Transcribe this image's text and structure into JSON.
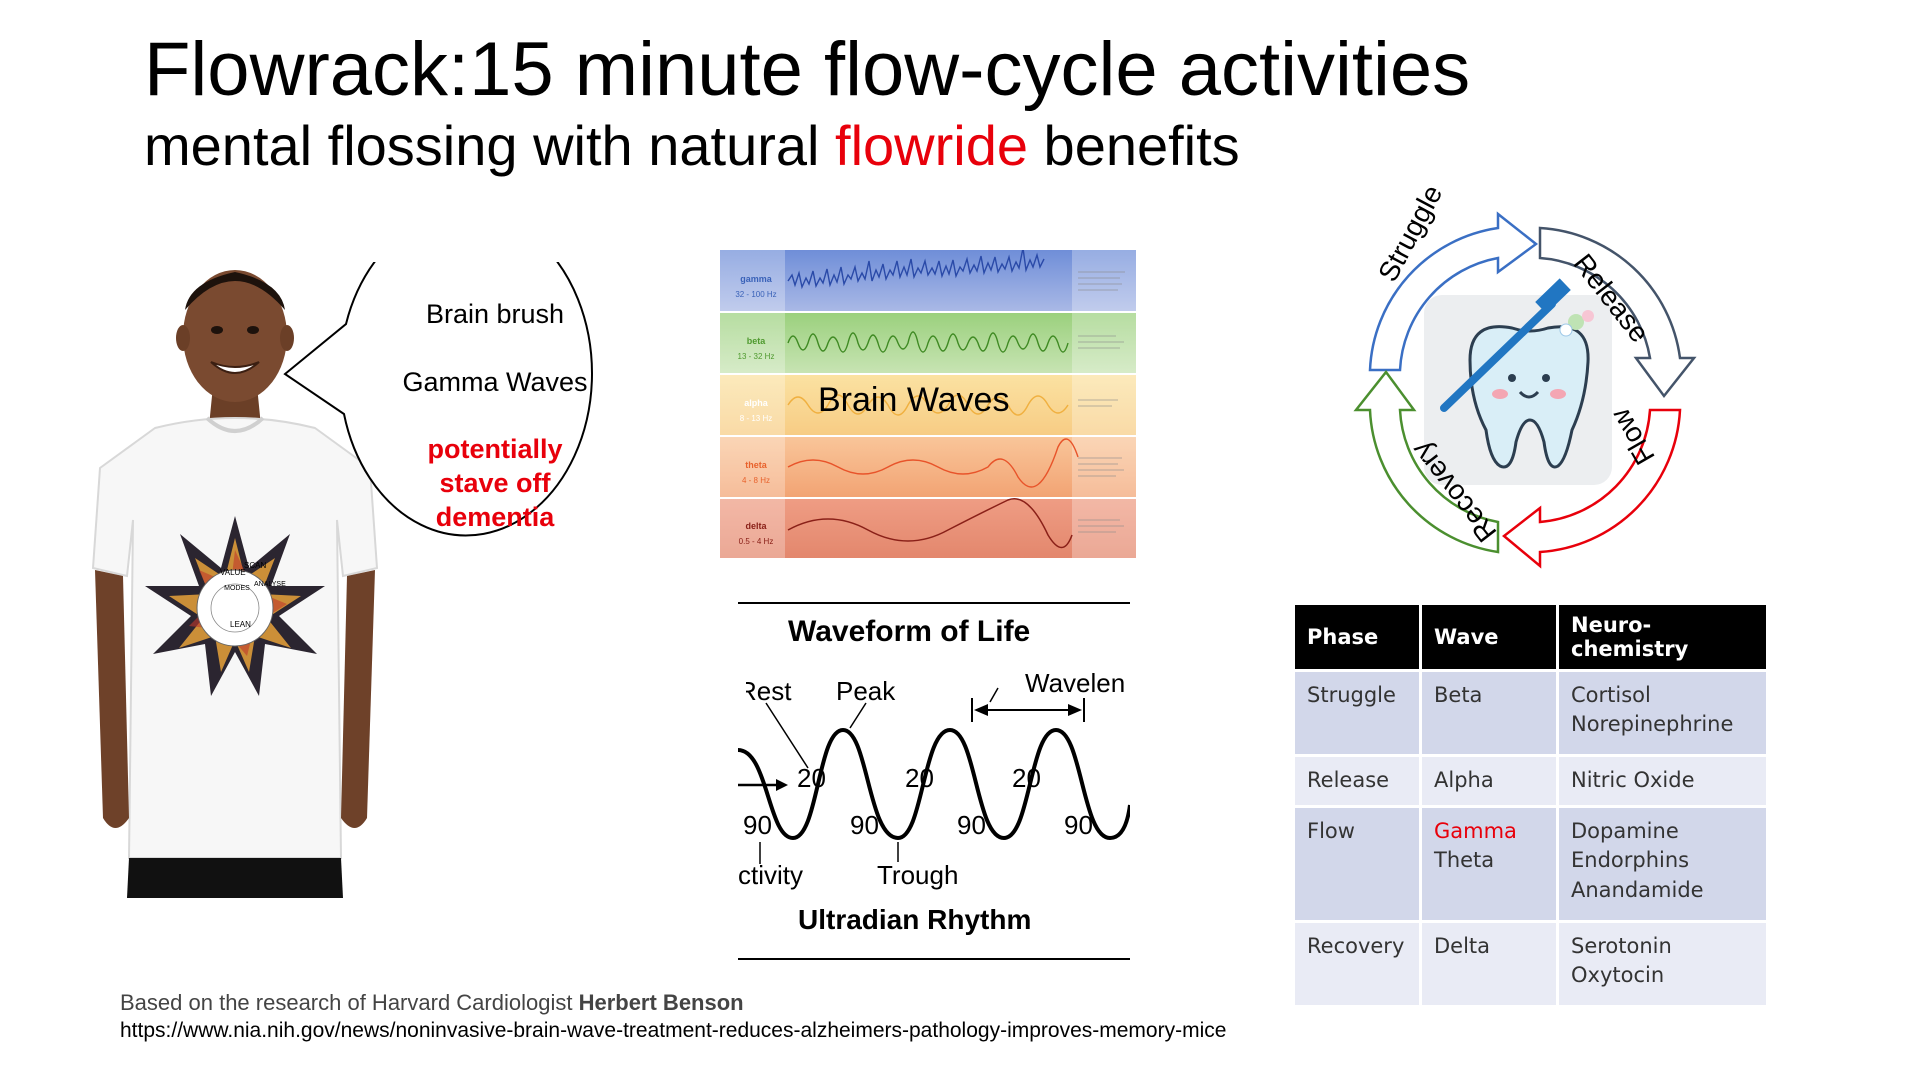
{
  "title": "Flowrack:15 minute flow-cycle activities",
  "subtitle": {
    "before": "mental flossing with natural ",
    "highlight": "flowride",
    "after": " benefits"
  },
  "speech_bubble": {
    "line1": "Brain brush",
    "line2": "Gamma Waves",
    "line3": "potentially stave off dementia"
  },
  "tshirt_print": {
    "modes": "MODES",
    "ring": [
      "VALUE",
      "SCAN",
      "ANALYSE",
      "LEAN"
    ]
  },
  "brain_waves": {
    "label": "Brain Waves",
    "bands": [
      {
        "name": "gamma",
        "hz": "32 - 100 Hz",
        "color": "#3a62b8"
      },
      {
        "name": "beta",
        "hz": "13 - 32 Hz",
        "color": "#4f9a2f"
      },
      {
        "name": "alpha",
        "hz": "8 - 13 Hz",
        "color": "#f3b24a"
      },
      {
        "name": "theta",
        "hz": "4 - 8 Hz",
        "color": "#e8622c"
      },
      {
        "name": "delta",
        "hz": "0.5 - 4 Hz",
        "color": "#b8382f"
      }
    ]
  },
  "waveform_of_life": {
    "title": "Waveform of Life",
    "rest": "Rest",
    "peak": "Peak",
    "wavelength": "Wavelen",
    "twenty": "20",
    "ninety": "90",
    "activity": "ctivity",
    "trough": "Trough",
    "caption": "Ultradian Rhythm"
  },
  "cycle": {
    "phases": [
      "Struggle",
      "Release",
      "Flow",
      "Recovery"
    ],
    "colors": {
      "struggle": "#3a6fc4",
      "release": "#44546a",
      "flow": "#e8000b",
      "recovery": "#4b8f2f"
    }
  },
  "table": {
    "headers": [
      "Phase",
      "Wave",
      "Neuro-chemistry"
    ],
    "rows": [
      {
        "phase": "Struggle",
        "wave1": "Beta",
        "wave2": "",
        "chem": [
          "Cortisol",
          "Norepinephrine"
        ]
      },
      {
        "phase": "Release",
        "wave1": "Alpha",
        "wave2": "",
        "chem": [
          "Nitric Oxide"
        ]
      },
      {
        "phase": "Flow",
        "wave1": "Gamma",
        "wave2": "Theta",
        "chem": [
          "Dopamine",
          "Endorphins",
          "Anandamide"
        ]
      },
      {
        "phase": "Recovery",
        "wave1": "Delta",
        "wave2": "",
        "chem": [
          "Serotonin",
          "Oxytocin"
        ]
      }
    ]
  },
  "credit": {
    "prefix": "Based on the research of Harvard Cardiologist ",
    "name": "Herbert Benson"
  },
  "url": "https://www.nia.nih.gov/news/noninvasive-brain-wave-treatment-reduces-alzheimers-pathology-improves-memory-mice"
}
